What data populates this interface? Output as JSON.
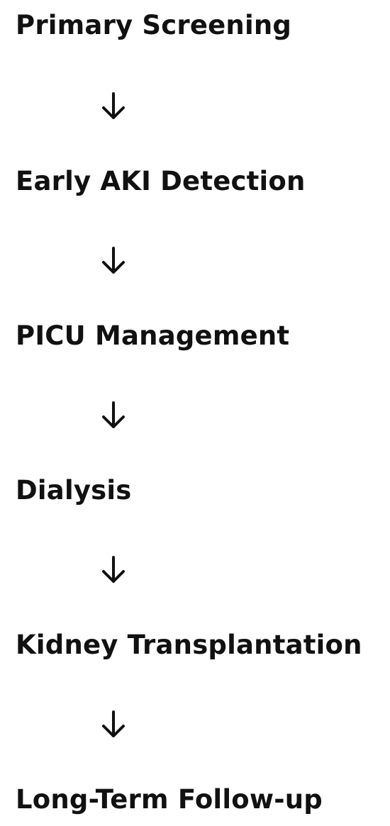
{
  "steps": [
    {
      "label": "Primary Screening"
    },
    {
      "label": "Early AKI Detection"
    },
    {
      "label": "PICU Management"
    },
    {
      "label": "Dialysis"
    },
    {
      "label": "Kidney Transplantation"
    },
    {
      "label": "Long-Term Follow-up"
    }
  ],
  "arrow_icon": "arrow-down-icon",
  "colors": {
    "text": "#111111",
    "background": "#ffffff"
  }
}
